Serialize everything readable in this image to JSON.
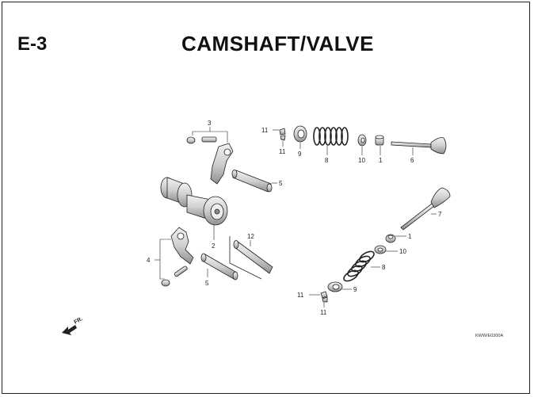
{
  "header": {
    "code": "E-3",
    "title": "CAMSHAFT/VALVE"
  },
  "callouts": {
    "c1a": "1",
    "c1b": "1",
    "c2": "2",
    "c3": "3",
    "c4": "4",
    "c5a": "5",
    "c5b": "5",
    "c6": "6",
    "c7": "7",
    "c8a": "8",
    "c8b": "8",
    "c9a": "9",
    "c9b": "9",
    "c10a": "10",
    "c10b": "10",
    "c11a": "11",
    "c11b": "11",
    "c11c": "11",
    "c11d": "11",
    "c12": "12"
  },
  "direction_label": "FR.",
  "reference_code": "KWW/E0300A",
  "colors": {
    "line": "#222222",
    "part_fill": "#d9d9d9",
    "part_dark": "#8a8a8a"
  }
}
